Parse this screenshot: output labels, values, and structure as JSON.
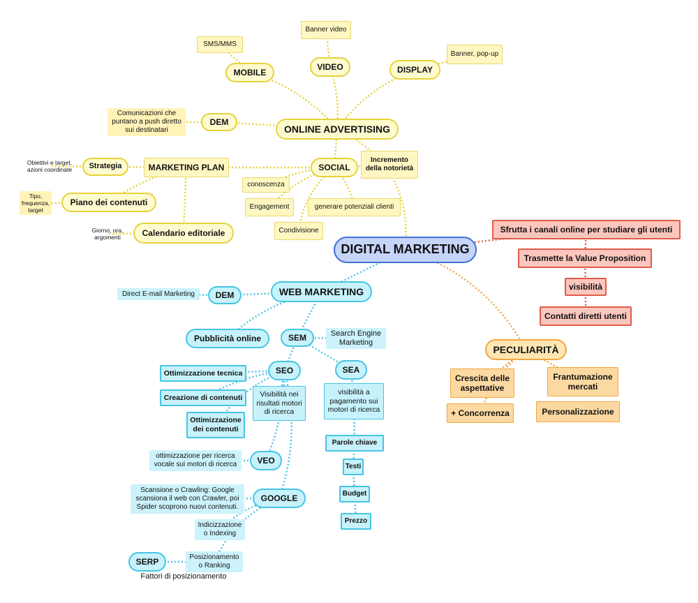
{
  "root": {
    "label": "DIGITAL MARKETING"
  },
  "online_advertising": {
    "label": "ONLINE ADVERTISING",
    "mobile": {
      "label": "MOBILE",
      "note": "SMS/MMS"
    },
    "video": {
      "label": "VIDEO",
      "note": "Banner video"
    },
    "display": {
      "label": "DISPLAY",
      "note": "Banner, pop-up"
    },
    "dem": {
      "label": "DEM",
      "note": "Comunicazioni che\npuntano a push diretto\nsui destinatari"
    },
    "social": {
      "label": "SOCIAL",
      "notoriety": "Incremento\ndella notorietà",
      "conoscenza": "conoscenza",
      "engagement": "Engagement",
      "leads": "generare potenziali clienti",
      "condivisione": "Condivisione"
    }
  },
  "marketing_plan": {
    "label": "MARKETING PLAN",
    "strategia": {
      "label": "Strategia",
      "note": "Obiettivi e target,\nazioni coordinate"
    },
    "piano": {
      "label": "Piano dei contenuti",
      "note": "Tipo,\nfrequenza,\ntarget"
    },
    "calendario": {
      "label": "Calendario editoriale",
      "note": "Giorno, ora,\nargomenti"
    }
  },
  "features": {
    "sfrutta": "Sfrutta i canali online per studiare gli utenti",
    "value_prop": "Trasmette la Value Proposition",
    "visibilita": "visibilità",
    "contatti": "Contatti diretti utenti"
  },
  "peculiarita": {
    "label": "PECULIARITÀ",
    "crescita": "Crescita delle\naspettative",
    "concorrenza": "+ Concorrenza",
    "frantumazione": "Frantumazione\nmercati",
    "personalizzazione": "Personalizzazione"
  },
  "web_marketing": {
    "label": "WEB MARKETING",
    "dem": {
      "label": "DEM",
      "note": "Direct E-mail Marketing"
    },
    "pubblicita": "Pubblicità online",
    "sem": {
      "label": "SEM",
      "note": "Search Engine\nMarketing"
    },
    "seo": {
      "label": "SEO",
      "tecnica": "Ottimizzazione tecnica",
      "creazione": "Creazione di contenuti",
      "ottimizzazione_contenuti": "Ottimizzazione\ndei contenuti",
      "visibilita": "Visibilità nei\nrisultati motori\ndi ricerca"
    },
    "sea": {
      "label": "SEA",
      "note": "visibilità a\npagamento sui\nmotori di ricerca",
      "items": [
        "Parole chiave",
        "Testi",
        "Budget",
        "Prezzo"
      ]
    },
    "veo": {
      "label": "VEO",
      "note": "ottimizzazione per ricerca\nvocale sui motori di ricerca"
    },
    "google": {
      "label": "GOOGLE",
      "crawling": "Scansione o Crawling: Google\nscansiona il web con Crawler, poi\nSpider scoprono nuovi contenuti.",
      "indexing": "Indicizzazione\no Indexing",
      "ranking": "Posizionamento\no Ranking"
    },
    "serp": {
      "label": "SERP",
      "caption": "Fattori di posizionamento"
    }
  },
  "colors": {
    "yellow_branch": "#e6d23a",
    "cyan_branch": "#47c4e3",
    "red_branch": "#e05a4a",
    "orange_branch": "#f0a640",
    "root": "#3f6fd8"
  }
}
